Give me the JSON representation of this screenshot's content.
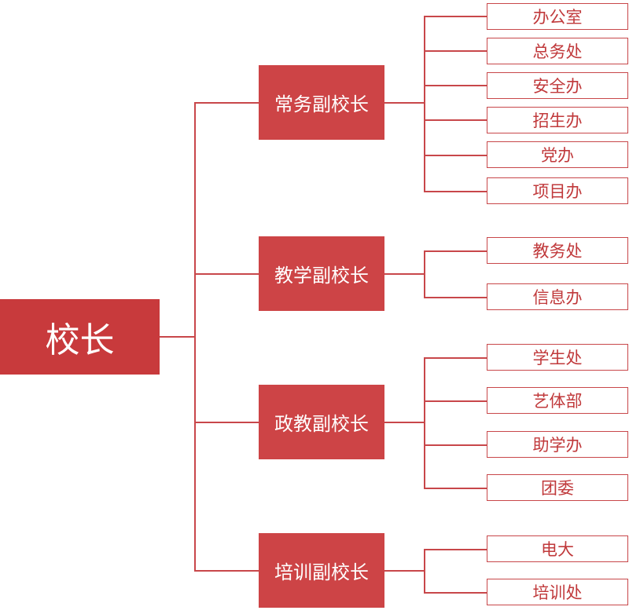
{
  "root": {
    "label": "校长"
  },
  "vps": [
    {
      "label": "常务副校长",
      "depts": [
        "办公室",
        "总务处",
        "安全办",
        "招生办",
        "党办",
        "项目办"
      ]
    },
    {
      "label": "教学副校长",
      "depts": [
        "教务处",
        "信息办"
      ]
    },
    {
      "label": "政教副校长",
      "depts": [
        "学生处",
        "艺体部",
        "助学办",
        "团委"
      ]
    },
    {
      "label": "培训副校长",
      "depts": [
        "电大",
        "培训处"
      ]
    }
  ],
  "colors": {
    "root_fill": "#c83a3c",
    "vp_fill": "#cd4446",
    "line": "#c8474a",
    "dept_text": "#c0393b"
  }
}
